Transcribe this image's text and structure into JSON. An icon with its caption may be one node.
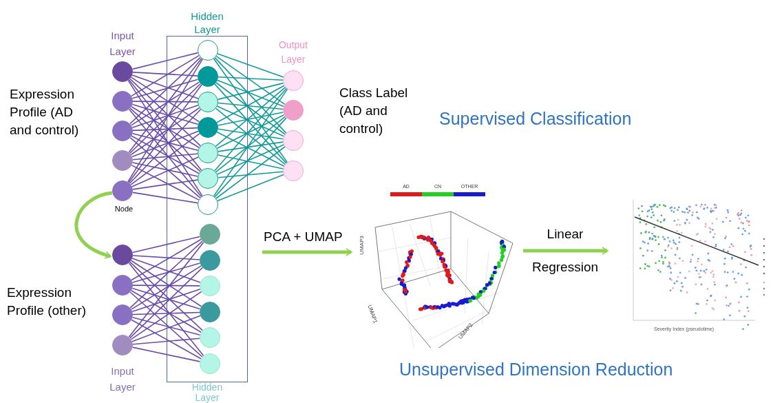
{
  "diagram": {
    "nodes": [
      {
        "text": [
          "Hidden Layer",
          "Hidden Layer"
        ]
      },
      {
        "text": [],
        "shape": "circle",
        "beside": [
          "Input Layer"
        ]
      },
      {
        "text": [],
        "shape": "circle"
      },
      {
        "text": [],
        "shape": "circle"
      },
      {
        "text": [],
        "shape": "circle"
      },
      {
        "text": [],
        "shape": "circle",
        "beside": [
          "Node"
        ]
      },
      {
        "text": [],
        "shape": "circle",
        "in": 0
      },
      {
        "text": [],
        "shape": "circle",
        "in": 0
      },
      {
        "text": [],
        "shape": "circle",
        "in": 0
      },
      {
        "text": [],
        "shape": "circle",
        "in": 0
      },
      {
        "text": [],
        "shape": "circle",
        "in": 0
      },
      {
        "text": [],
        "shape": "circle",
        "in": 0
      },
      {
        "text": [],
        "shape": "circle",
        "in": 0
      },
      {
        "text": [],
        "shape": "circle",
        "beside": [
          "Output Layer"
        ]
      },
      {
        "text": [],
        "shape": "circle"
      },
      {
        "text": [],
        "shape": "circle"
      },
      {
        "text": [],
        "shape": "circle"
      },
      {
        "text": [],
        "shape": "circle"
      },
      {
        "text": [],
        "shape": "circle"
      },
      {
        "text": [],
        "shape": "circle"
      },
      {
        "text": [],
        "shape": "circle",
        "beside": [
          "Input Layer"
        ]
      },
      {
        "text": [],
        "shape": "circle",
        "in": 0
      },
      {
        "text": [],
        "shape": "circle",
        "in": 0
      },
      {
        "text": [],
        "shape": "circle",
        "in": 0
      },
      {
        "text": [],
        "shape": "circle",
        "in": 0
      },
      {
        "text": [],
        "shape": "circle",
        "in": 0
      },
      {
        "text": [],
        "shape": "circle",
        "in": 0
      },
      {
        "text": [],
        "shape": "picture"
      },
      {
        "text": [],
        "shape": "picture"
      }
    ],
    "edges": [
      {
        "from": 1,
        "to": 6,
        "arrow": "none"
      },
      {
        "from": 1,
        "to": 7,
        "arrow": "none"
      },
      {
        "from": 1,
        "to": 8,
        "arrow": "none"
      },
      {
        "from": 1,
        "to": 9,
        "arrow": "none"
      },
      {
        "from": 1,
        "to": 10,
        "arrow": "none"
      },
      {
        "from": 1,
        "to": 11,
        "arrow": "none"
      },
      {
        "from": 1,
        "to": 12,
        "arrow": "none"
      },
      {
        "from": 2,
        "to": 6,
        "arrow": "none"
      },
      {
        "from": 2,
        "to": 7,
        "arrow": "none"
      },
      {
        "from": 2,
        "to": 8,
        "arrow": "none"
      },
      {
        "from": 2,
        "to": 9,
        "arrow": "none"
      },
      {
        "from": 2,
        "to": 10,
        "arrow": "none"
      },
      {
        "from": 2,
        "to": 11,
        "arrow": "none"
      },
      {
        "from": 2,
        "to": 12,
        "arrow": "none"
      },
      {
        "from": 3,
        "to": 6,
        "arrow": "none"
      },
      {
        "from": 3,
        "to": 7,
        "arrow": "none"
      },
      {
        "from": 3,
        "to": 8,
        "arrow": "none"
      },
      {
        "from": 3,
        "to": 9,
        "arrow": "none"
      },
      {
        "from": 3,
        "to": 10,
        "arrow": "none"
      },
      {
        "from": 3,
        "to": 11,
        "arrow": "none"
      },
      {
        "from": 3,
        "to": 12,
        "arrow": "none"
      },
      {
        "from": 4,
        "to": 6,
        "arrow": "none"
      },
      {
        "from": 4,
        "to": 7,
        "arrow": "none"
      },
      {
        "from": 4,
        "to": 8,
        "arrow": "none"
      },
      {
        "from": 4,
        "to": 9,
        "arrow": "none"
      },
      {
        "from": 4,
        "to": 10,
        "arrow": "none"
      },
      {
        "from": 4,
        "to": 11,
        "arrow": "none"
      },
      {
        "from": 4,
        "to": 12,
        "arrow": "none"
      },
      {
        "from": 5,
        "to": 6,
        "arrow": "none"
      },
      {
        "from": 5,
        "to": 7,
        "arrow": "none"
      },
      {
        "from": 5,
        "to": 8,
        "arrow": "none"
      },
      {
        "from": 5,
        "to": 9,
        "arrow": "none"
      },
      {
        "from": 5,
        "to": 10,
        "arrow": "none"
      },
      {
        "from": 5,
        "to": 11,
        "arrow": "none"
      },
      {
        "from": 5,
        "to": 12,
        "arrow": "none"
      },
      {
        "from": 6,
        "to": 13,
        "arrow": "none",
        "color": "#139a9a"
      },
      {
        "from": 6,
        "to": 14,
        "arrow": "none",
        "color": "#139a9a"
      },
      {
        "from": 6,
        "to": 15,
        "arrow": "none",
        "color": "#139a9a"
      },
      {
        "from": 6,
        "to": 16,
        "arrow": "none",
        "color": "#139a9a"
      },
      {
        "from": 7,
        "to": 13,
        "arrow": "none",
        "color": "#139a9a"
      },
      {
        "from": 7,
        "to": 14,
        "arrow": "none",
        "color": "#139a9a"
      },
      {
        "from": 7,
        "to": 15,
        "arrow": "none",
        "color": "#139a9a"
      },
      {
        "from": 7,
        "to": 16,
        "arrow": "none",
        "color": "#139a9a"
      },
      {
        "from": 8,
        "to": 13,
        "arrow": "none",
        "color": "#139a9a"
      },
      {
        "from": 8,
        "to": 14,
        "arrow": "none",
        "color": "#139a9a"
      },
      {
        "from": 8,
        "to": 15,
        "arrow": "none",
        "color": "#139a9a"
      },
      {
        "from": 8,
        "to": 16,
        "arrow": "none",
        "color": "#139a9a"
      },
      {
        "from": 9,
        "to": 13,
        "arrow": "none",
        "color": "#139a9a"
      },
      {
        "from": 9,
        "to": 14,
        "arrow": "none",
        "color": "#139a9a"
      },
      {
        "from": 9,
        "to": 15,
        "arrow": "none",
        "color": "#139a9a"
      },
      {
        "from": 9,
        "to": 16,
        "arrow": "none",
        "color": "#139a9a"
      },
      {
        "from": 10,
        "to": 13,
        "arrow": "none",
        "color": "#139a9a"
      },
      {
        "from": 10,
        "to": 14,
        "arrow": "none",
        "color": "#139a9a"
      },
      {
        "from": 10,
        "to": 15,
        "arrow": "none",
        "color": "#139a9a"
      },
      {
        "from": 10,
        "to": 16,
        "arrow": "none",
        "color": "#139a9a"
      },
      {
        "from": 11,
        "to": 13,
        "arrow": "none",
        "color": "#139a9a"
      },
      {
        "from": 11,
        "to": 14,
        "arrow": "none",
        "color": "#139a9a"
      },
      {
        "from": 11,
        "to": 15,
        "arrow": "none",
        "color": "#139a9a"
      },
      {
        "from": 11,
        "to": 16,
        "arrow": "none",
        "color": "#139a9a"
      },
      {
        "from": 12,
        "to": 13,
        "arrow": "none",
        "color": "#139a9a"
      },
      {
        "from": 12,
        "to": 14,
        "arrow": "none",
        "color": "#139a9a"
      },
      {
        "from": 12,
        "to": 15,
        "arrow": "none",
        "color": "#139a9a"
      },
      {
        "from": 12,
        "to": 16,
        "arrow": "none",
        "color": "#139a9a"
      },
      {
        "from": 17,
        "to": 21,
        "arrow": "none"
      },
      {
        "from": 17,
        "to": 22,
        "arrow": "none"
      },
      {
        "from": 17,
        "to": 23,
        "arrow": "none"
      },
      {
        "from": 17,
        "to": 24,
        "arrow": "none"
      },
      {
        "from": 17,
        "to": 25,
        "arrow": "none"
      },
      {
        "from": 17,
        "to": 26,
        "arrow": "none"
      },
      {
        "from": 18,
        "to": 21,
        "arrow": "none"
      },
      {
        "from": 18,
        "to": 22,
        "arrow": "none"
      },
      {
        "from": 18,
        "to": 23,
        "arrow": "none"
      },
      {
        "from": 18,
        "to": 24,
        "arrow": "none"
      },
      {
        "from": 18,
        "to": 25,
        "arrow": "none"
      },
      {
        "from": 18,
        "to": 26,
        "arrow": "none"
      },
      {
        "from": 19,
        "to": 21,
        "arrow": "none"
      },
      {
        "from": 19,
        "to": 22,
        "arrow": "none"
      },
      {
        "from": 19,
        "to": 23,
        "arrow": "none"
      },
      {
        "from": 19,
        "to": 24,
        "arrow": "none"
      },
      {
        "from": 19,
        "to": 25,
        "arrow": "none"
      },
      {
        "from": 19,
        "to": 26,
        "arrow": "none"
      },
      {
        "from": 20,
        "to": 21,
        "arrow": "none"
      },
      {
        "from": 20,
        "to": 22,
        "arrow": "none"
      },
      {
        "from": 20,
        "to": 23,
        "arrow": "none"
      },
      {
        "from": 20,
        "to": 24,
        "arrow": "none"
      },
      {
        "from": 20,
        "to": 25,
        "arrow": "none"
      },
      {
        "from": 20,
        "to": 26,
        "arrow": "none"
      },
      {
        "from": 5,
        "to": 17,
        "arrow": "to",
        "style": "thick",
        "color": "#92d050"
      },
      {
        "from": null,
        "to": 27,
        "arrow": "to",
        "label": "PCA + UMAP",
        "style": "thick",
        "color": "#92d050"
      },
      {
        "from": 27,
        "to": 28,
        "arrow": "to",
        "label": "Linear Regression",
        "style": "thick",
        "color": "#92d050"
      }
    ],
    "labels": [
      "Expression Profile (AD and control)",
      "Class Label (AD and control)",
      "Supervised Classification",
      "Expression Profile (other)",
      "Unsupervised Dimension Reduction",
      "UMAP3",
      "UMAP1",
      "UMAP2",
      "Severity Index (pseudotime)"
    ],
    "legend": [
      {
        "text": "AD",
        "color": "#e01a1a"
      },
      {
        "text": "CN",
        "color": "#22d022"
      },
      {
        "text": "OTHER",
        "color": "#1a1ad0"
      }
    ]
  }
}
